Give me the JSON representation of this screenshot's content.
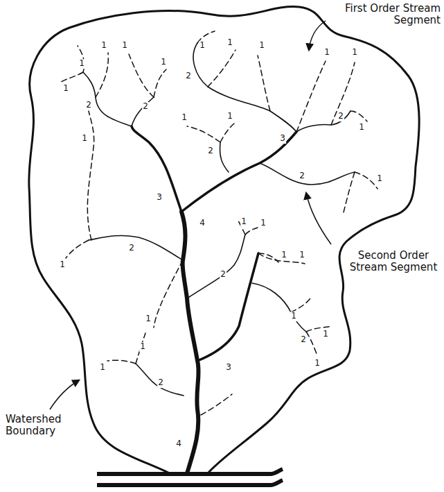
{
  "diagram": {
    "labels": [
      "First Order Stream Segment",
      "Second Order Stream Segment",
      "Watershed Boundary",
      "1",
      "1",
      "1",
      "1",
      "1",
      "2",
      "2",
      "1",
      "1",
      "1",
      "2",
      "1",
      "1",
      "3",
      "2",
      "1",
      "1",
      "1",
      "2",
      "1",
      "1",
      "2",
      "3",
      "4",
      "1",
      "1",
      "1",
      "1",
      "2",
      "1",
      "2",
      "1",
      "1",
      "2",
      "1",
      "1",
      "1",
      "1",
      "2",
      "3",
      "4"
    ]
  }
}
